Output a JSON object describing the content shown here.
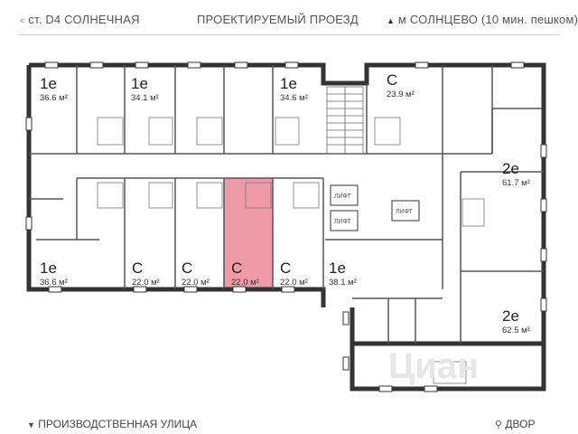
{
  "header": {
    "left": "ст. D4 СОЛНЕЧНАЯ",
    "center": "ПРОЕКТИРУЕМЫЙ ПРОЕЗД",
    "right": "м СОЛНЦЕВО (10 мин. пешком)"
  },
  "footer": {
    "left": "ПРОИЗВОДСТВЕННАЯ УЛИЦА",
    "right": "ДВОР"
  },
  "elevators": [
    "ЛИФТ",
    "ЛИФТ",
    "ЛИФТ"
  ],
  "watermark": "Циан",
  "colors": {
    "highlight": "#ee9aa7",
    "wall": "#333333"
  },
  "apartments": [
    {
      "type": "1е",
      "area": "36.6 м²",
      "selected": false
    },
    {
      "type": "1е",
      "area": "34.1 м²",
      "selected": false
    },
    {
      "type": "1е",
      "area": "34.6 м²",
      "selected": false
    },
    {
      "type": "С",
      "area": "23.9 м²",
      "selected": false
    },
    {
      "type": "2е",
      "area": "61.7 м²",
      "selected": false
    },
    {
      "type": "1е",
      "area": "36.6 м²",
      "selected": false
    },
    {
      "type": "С",
      "area": "22.0 м²",
      "selected": false
    },
    {
      "type": "С",
      "area": "22.0 м²",
      "selected": false
    },
    {
      "type": "С",
      "area": "22.0 м²",
      "selected": true
    },
    {
      "type": "С",
      "area": "22.0 м²",
      "selected": false
    },
    {
      "type": "1е",
      "area": "38.1 м²",
      "selected": false
    },
    {
      "type": "2е",
      "area": "62.5 м²",
      "selected": false
    }
  ]
}
